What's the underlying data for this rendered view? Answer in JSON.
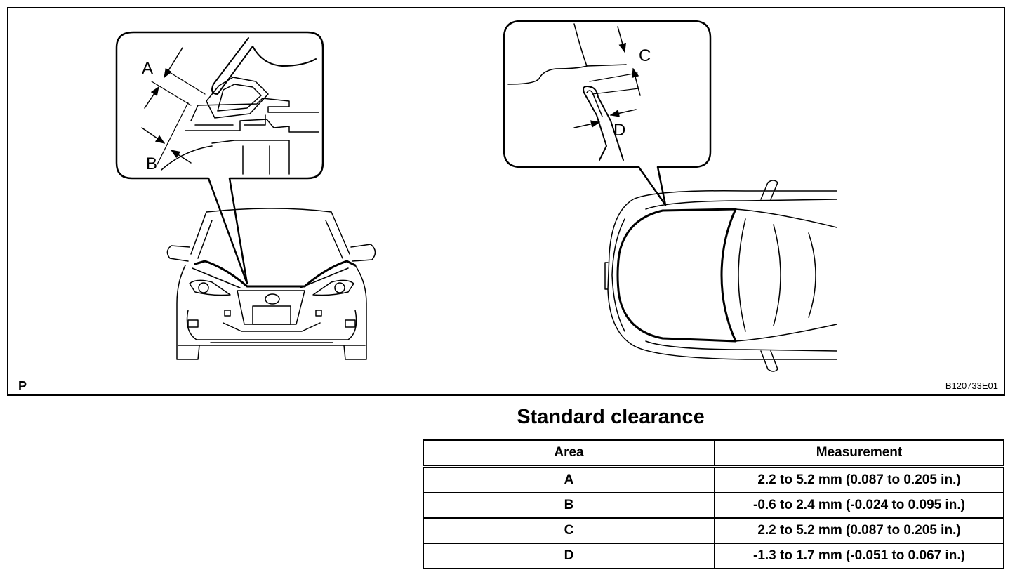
{
  "figure": {
    "letter_p": "P",
    "figure_code": "B120733E01",
    "callout_labels": {
      "a": "A",
      "b": "B",
      "c": "C",
      "d": "D"
    }
  },
  "table": {
    "title": "Standard clearance",
    "headers": [
      "Area",
      "Measurement"
    ],
    "rows": [
      [
        "A",
        "2.2 to 5.2 mm (0.087 to 0.205 in.)"
      ],
      [
        "B",
        "-0.6 to 2.4 mm (-0.024 to 0.095 in.)"
      ],
      [
        "C",
        "2.2 to 5.2 mm (0.087 to 0.205 in.)"
      ],
      [
        "D",
        "-1.3 to 1.7 mm (-0.051 to 0.067 in.)"
      ]
    ]
  }
}
